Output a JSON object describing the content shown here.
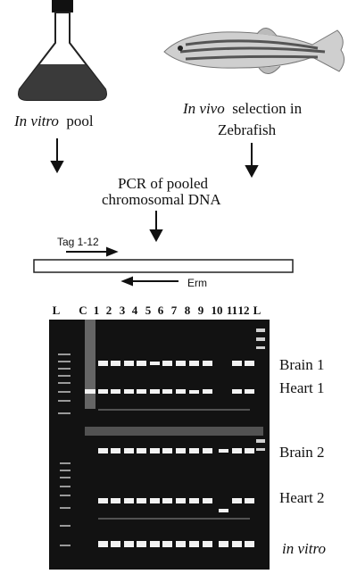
{
  "labels": {
    "in_vitro_pool": [
      "In vitro",
      "pool"
    ],
    "in_vivo": [
      "In vivo",
      "selection in",
      "Zebrafish"
    ],
    "pcr": [
      "PCR of pooled",
      "chromosomal DNA"
    ],
    "tag": "Tag 1-12",
    "erm": "Erm"
  },
  "gel": {
    "lanes": [
      "L",
      "C",
      "1",
      "2",
      "3",
      "4",
      "5",
      "6",
      "7",
      "8",
      "9",
      "10",
      "11",
      "12",
      "L"
    ],
    "rows": [
      "Brain 1",
      "Heart 1",
      "Brain 2",
      "Heart 2",
      "in vitro"
    ]
  },
  "colors": {
    "flask_liquid": "#3a3a3a",
    "gel_background": "#121212",
    "band": "#f2f2f2"
  },
  "icons": [
    "flask-icon",
    "zebrafish-icon"
  ]
}
